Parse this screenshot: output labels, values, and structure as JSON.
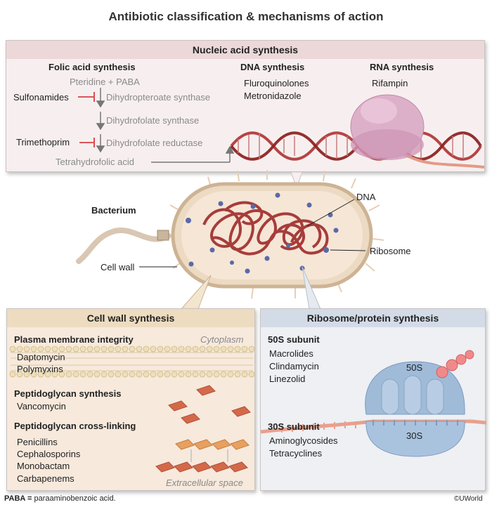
{
  "title": "Antibiotic classification & mechanisms of action",
  "nucleic": {
    "heading": "Nucleic acid synthesis",
    "folic_heading": "Folic acid synthesis",
    "pteridine": "Pteridine + PABA",
    "step1": "Dihydropteroate synthase",
    "step2": "Dihydrofolate synthase",
    "step3": "Dihydrofolate reductase",
    "product": "Tetrahydrofolic acid",
    "sulfonamides": "Sulfonamides",
    "trimethoprim": "Trimethoprim",
    "dna_heading": "DNA synthesis",
    "dna_drug1": "Fluroquinolones",
    "dna_drug2": "Metronidazole",
    "rna_heading": "RNA synthesis",
    "rna_drug": "Rifampin"
  },
  "bacterium": {
    "label": "Bacterium",
    "dna": "DNA",
    "ribosome": "Ribosome",
    "cell_wall": "Cell wall"
  },
  "cellwall": {
    "heading": "Cell wall synthesis",
    "membrane_heading": "Plasma membrane integrity",
    "cytoplasm": "Cytoplasm",
    "membrane_drugs": [
      "Daptomycin",
      "Polymyxins"
    ],
    "pg_synth_heading": "Peptidoglycan synthesis",
    "pg_synth_drug": "Vancomycin",
    "pg_cross_heading": "Peptidoglycan cross-linking",
    "pg_cross_drugs": [
      "Penicillins",
      "Cephalosporins",
      "Monobactam",
      "Carbapenems"
    ],
    "extracellular": "Extracellular space"
  },
  "ribosome": {
    "heading": "Ribosome/protein synthesis",
    "s50_heading": "50S subunit",
    "s50_drugs": [
      "Macrolides",
      "Clindamycin",
      "Linezolid"
    ],
    "s30_heading": "30S subunit",
    "s30_drugs": [
      "Aminoglycosides",
      "Tetracyclines"
    ],
    "label_50s": "50S",
    "label_30s": "30S"
  },
  "footer": {
    "paba_abbrev": "PABA =",
    "paba_def": " paraaminobenzoic acid.",
    "copyright": "©UWorld"
  },
  "colors": {
    "nucleic_bg": "#f6eeee",
    "nucleic_head": "#ecd9d9",
    "cellwall_head": "#ecdcc0",
    "ribo_head": "#d3dbe7",
    "dna_red": "#b23a3a",
    "inhibit_red": "#d2232a",
    "ribosome_blue": "#9fbbd8",
    "rna_polymerase": "#d9a8c4"
  }
}
